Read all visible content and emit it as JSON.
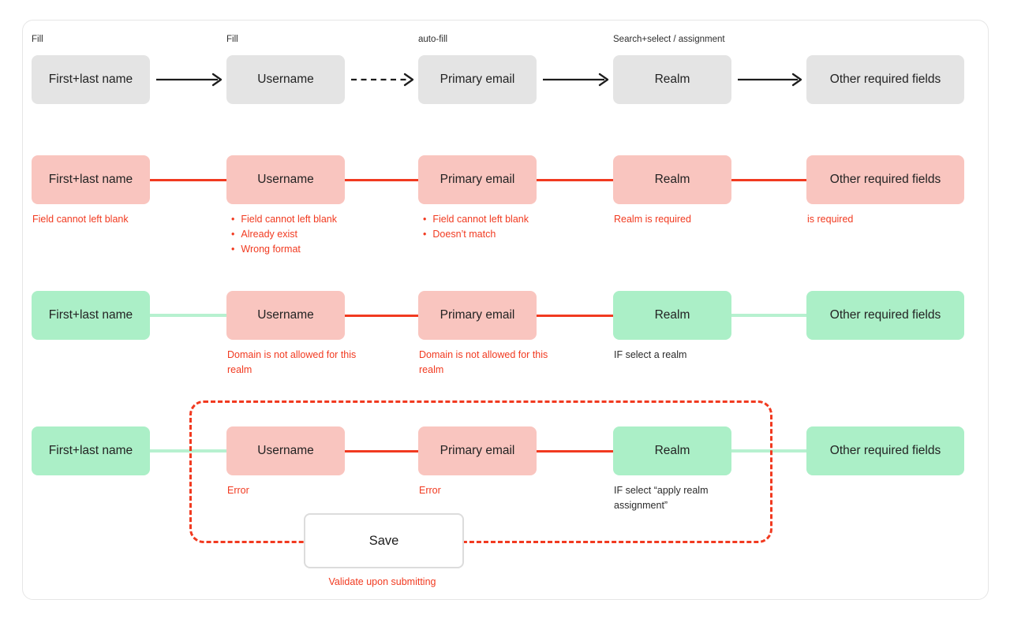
{
  "colors": {
    "red": "#f13a20",
    "pink_box": "#f9c5bf",
    "green_box": "#abefc7",
    "green_line": "#b7f1d0",
    "gray_box": "#e4e4e4",
    "ink": "#1c1c1c",
    "card_border": "#e6e6e6",
    "save_border": "#dcdcdc"
  },
  "rows": [
    {
      "name": "fill-flow",
      "annotations": [
        {
          "col": 0,
          "text": "Fill"
        },
        {
          "col": 1,
          "text": "Fill"
        },
        {
          "col": 2,
          "text": "auto-fill"
        },
        {
          "col": 3,
          "text": "Search+select / assignment"
        }
      ],
      "boxes": [
        {
          "label": "First+last name",
          "state": "neutral"
        },
        {
          "label": "Username",
          "state": "neutral"
        },
        {
          "label": "Primary email",
          "state": "neutral"
        },
        {
          "label": "Realm",
          "state": "neutral"
        },
        {
          "label": "Other required fields",
          "state": "neutral"
        }
      ],
      "connectors": [
        "arrow",
        "arrow-dashed",
        "arrow",
        "arrow"
      ],
      "notes": []
    },
    {
      "name": "required-errors",
      "annotations": [],
      "boxes": [
        {
          "label": "First+last name",
          "state": "error"
        },
        {
          "label": "Username",
          "state": "error"
        },
        {
          "label": "Primary email",
          "state": "error"
        },
        {
          "label": "Realm",
          "state": "error"
        },
        {
          "label": "Other required fields",
          "state": "error"
        }
      ],
      "connectors": [
        "red",
        "red",
        "red",
        "red"
      ],
      "notes": [
        {
          "col": 0,
          "tone": "error",
          "bullets": false,
          "lines": [
            "Field cannot left blank"
          ]
        },
        {
          "col": 1,
          "tone": "error",
          "bullets": true,
          "lines": [
            "Field cannot left blank",
            "Already exist",
            "Wrong format"
          ]
        },
        {
          "col": 2,
          "tone": "error",
          "bullets": true,
          "lines": [
            "Field cannot left blank",
            "Doesn’t match"
          ]
        },
        {
          "col": 3,
          "tone": "error",
          "bullets": false,
          "lines": [
            "Realm is required"
          ]
        },
        {
          "col": 4,
          "tone": "error",
          "bullets": false,
          "lines": [
            "is required"
          ]
        }
      ]
    },
    {
      "name": "domain-errors",
      "annotations": [],
      "boxes": [
        {
          "label": "First+last name",
          "state": "ok"
        },
        {
          "label": "Username",
          "state": "error"
        },
        {
          "label": "Primary email",
          "state": "error"
        },
        {
          "label": "Realm",
          "state": "ok"
        },
        {
          "label": "Other required fields",
          "state": "ok"
        }
      ],
      "connectors": [
        "green",
        "red",
        "red",
        "green"
      ],
      "notes": [
        {
          "col": 1,
          "tone": "error",
          "bullets": false,
          "max_width": 170,
          "lines": [
            "Domain is not allowed for this realm"
          ]
        },
        {
          "col": 2,
          "tone": "error",
          "bullets": false,
          "max_width": 170,
          "lines": [
            "Domain is not allowed for this realm"
          ]
        },
        {
          "col": 3,
          "tone": "plain",
          "bullets": false,
          "lines": [
            "IF select a realm"
          ]
        }
      ]
    },
    {
      "name": "submit-validation",
      "annotations": [],
      "boxes": [
        {
          "label": "First+last name",
          "state": "ok"
        },
        {
          "label": "Username",
          "state": "error"
        },
        {
          "label": "Primary email",
          "state": "error"
        },
        {
          "label": "Realm",
          "state": "ok"
        },
        {
          "label": "Other required fields",
          "state": "ok"
        }
      ],
      "connectors": [
        "green",
        "red",
        "red",
        "green"
      ],
      "notes": [
        {
          "col": 1,
          "tone": "error",
          "bullets": false,
          "lines": [
            "Error"
          ]
        },
        {
          "col": 2,
          "tone": "error",
          "bullets": false,
          "lines": [
            "Error"
          ]
        },
        {
          "col": 3,
          "tone": "plain",
          "bullets": false,
          "max_width": 132,
          "lines": [
            "IF select “apply realm assignment”"
          ]
        }
      ]
    }
  ],
  "submit_group": {
    "save_label": "Save",
    "caption": "Validate upon submitting"
  }
}
